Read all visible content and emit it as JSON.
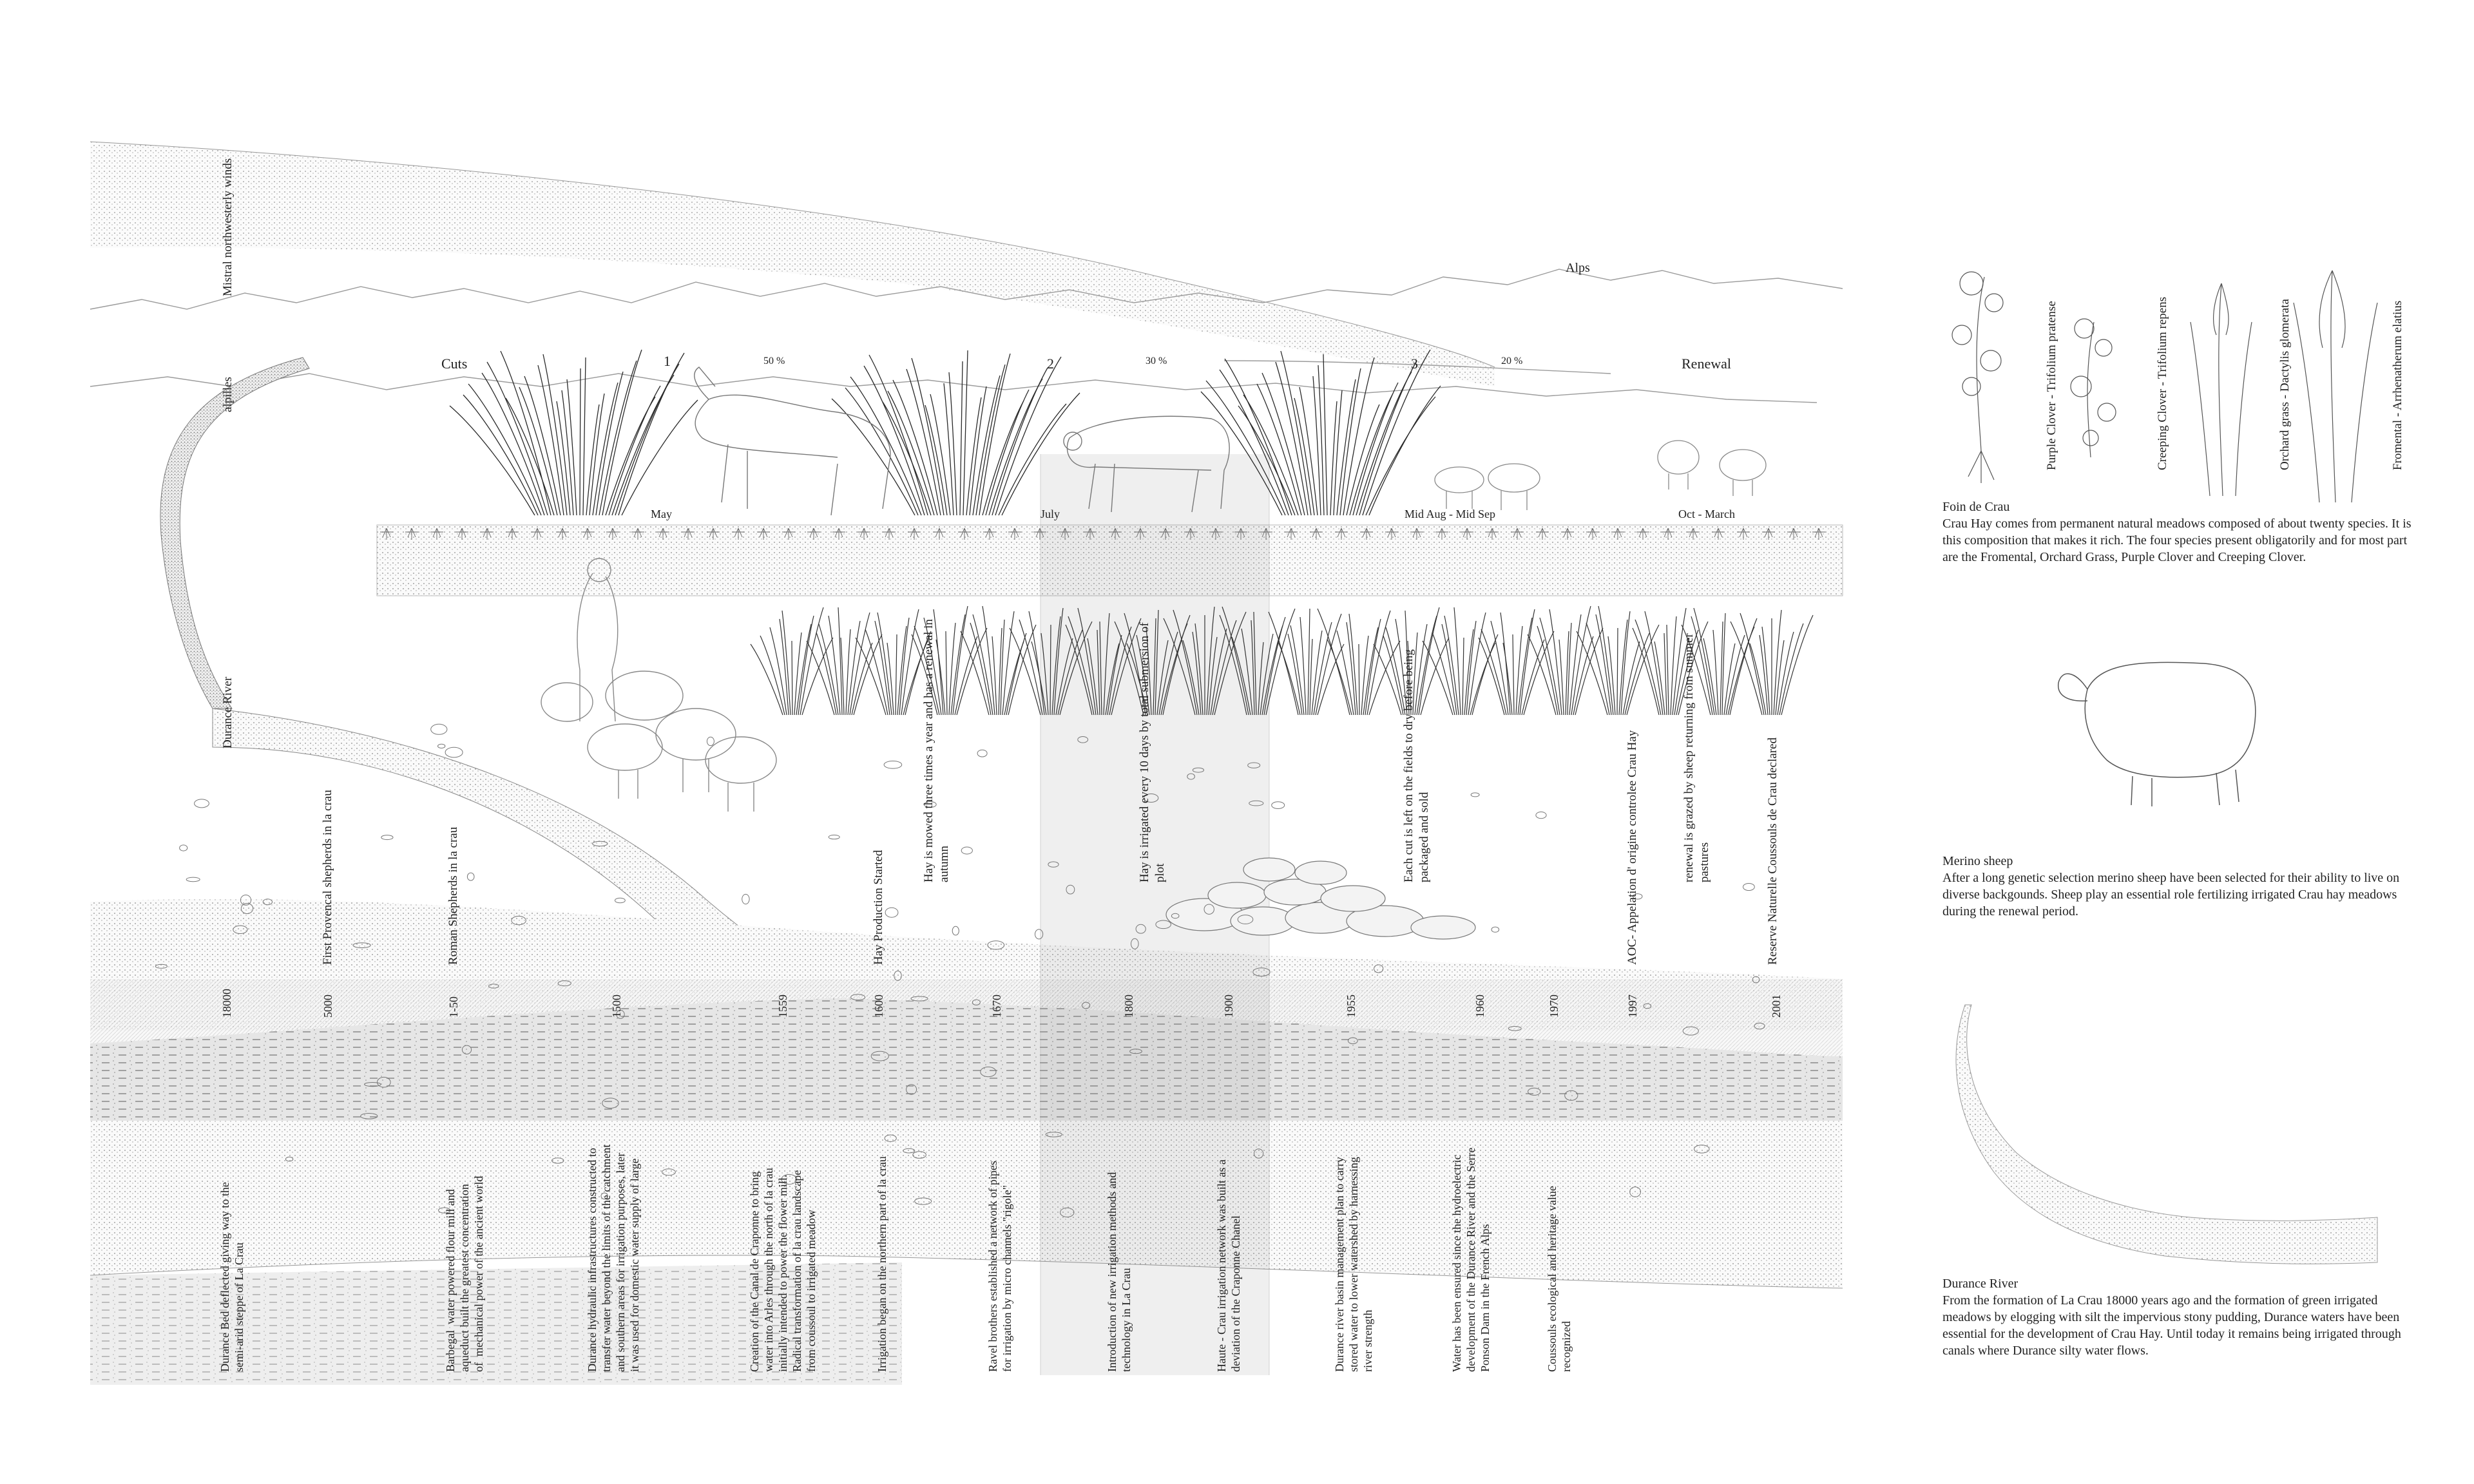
{
  "top_labels": {
    "mistral": "Mistral northwesterly winds",
    "alps": "Alps",
    "alpilles": "alpilles",
    "cuts": "Cuts",
    "cut_1": "1",
    "cut_1_pct": "50 %",
    "cut_2": "2",
    "cut_2_pct": "30 %",
    "cut_3": "3",
    "cut_3_pct": "20 %",
    "renewal": "Renewal"
  },
  "months": {
    "may": "May",
    "july": "July",
    "mid_aug_sep": "Mid Aug - Mid Sep",
    "oct_march": "Oct - March"
  },
  "mid_notes": {
    "durance_river": "Durance River",
    "first_provencal": "First Provencal shepherds in la crau",
    "roman": "Roman Shepherds in la crau",
    "hay_production": "Hay Production Started",
    "hay_mowed": "Hay is mowed three times a year and has a renewal in\nautumn",
    "hay_irrigated": "Hay is irrigated every 10 days by total submersion of\nplot",
    "each_cut": "Each cut is left on the fields to dry before being\npackaged and sold",
    "aoc": "AOC- Appelation d' origine controlee Crau Hay",
    "renewal_grazed": "renewal is grazed by sheep returning from summer\npastures",
    "reserve": "Reserve Naturelle Coussouls de Crau declared"
  },
  "years": [
    "18000",
    "5000",
    "1-50",
    "1500",
    "1559",
    "1600",
    "1670",
    "1800",
    "1900",
    "1955",
    "1960",
    "1970",
    "1997",
    "2001"
  ],
  "events": [
    "Durance Bed deflected giving way to the\nsemi-arid steppe of La Crau",
    "Barbegal  water powered flour mill and\naqueduct built the greatest concentration\nof  mechanical power of the ancient world",
    "Durance hydraulic infrastructures constructed to\ntransfer water beyond the limits of the catchment\nand southern areas for irrigation purposes, later\nit was used for domestic water supply of large",
    "Creation of the Canal de Craponne to bring\nwater into Arles through the north of la crau\ninitially intended to power the flower mill.\nRadical transformation of la crau landscape\nfrom coussoul to irrigated meadow",
    "Irrigation began on the northern part of la crau",
    "Ravel brothers established a network of pipes\nfor irrigation by micro channels \"rigole\"",
    "Introduction of new irrigation methods and\ntechnology in La Crau",
    "Haute - Crau irrigation network was built as a\ndeviation of the Craponne Chanel",
    "Durance river basin management plan to carry\nstored water to lower watershed by harnessing\nriver strength",
    "Water has been ensured since the hydroelectric\ndevelopment of the Durance River and the Serre\nPonson Dam in the French Alps",
    "Coussouls ecological and heritage value\nrecognized"
  ],
  "plants": [
    "Purple Clover - Trifolium pratense",
    "Creeping Clover - Trifolium repens",
    "Orchard grass - Dactylis glomerata",
    "Fromental - Arrhenatherum elatius"
  ],
  "side": {
    "foin_title": "Foin de Crau",
    "foin_body": "Crau Hay comes from permanent natural meadows composed of about twenty species. It is this composition that makes it rich. The four species present obligatorily and for most part are the Fromental, Orchard Grass, Purple Clover and Creeping Clover.",
    "sheep_title": "Merino sheep",
    "sheep_body": "After a long genetic selection merino sheep have been selected for their ability to live on diverse backgounds. Sheep play an essential role fertilizing irrigated Crau hay meadows during the renewal period.",
    "river_title": "Durance River",
    "river_body": "From the formation of La Crau 18000 years ago and  the formation of green irrigated meadows by elogging with silt  the impervious stony pudding, Durance waters have been essential for the development of Crau Hay. Until today it remains being irrigated through canals where Durance silty water flows."
  }
}
